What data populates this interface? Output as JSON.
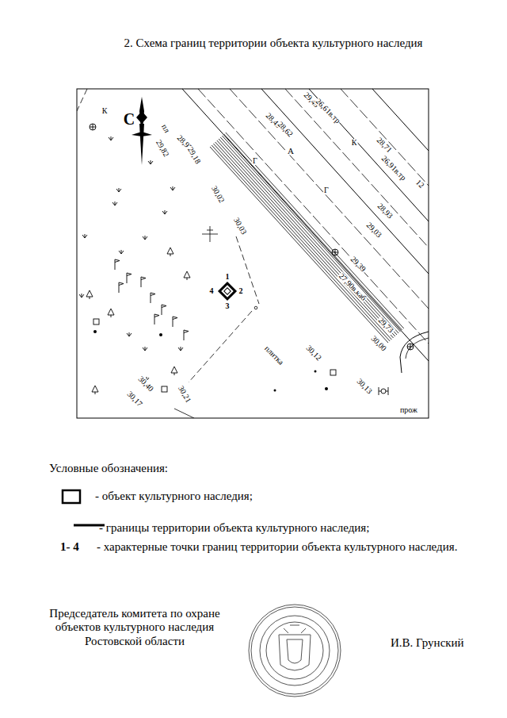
{
  "diagram": {
    "title": "2. Схема границ территории объекта культурного наследия",
    "labels": [
      "С",
      "К",
      "пл",
      "29,82",
      "28,97",
      "29,18",
      "28,49",
      "28,62",
      "29,49",
      "26,61в.тр",
      "А",
      "Г",
      "Г",
      "К",
      "28,71",
      "26,91в.тр",
      "30,02",
      "30,03",
      "28,93",
      "29,03",
      "29,39",
      "27,90в.каб",
      "29,73",
      "30,00",
      "4",
      "1",
      "2",
      "3",
      "плитка",
      "30,12",
      "30,13",
      "прож",
      "30,40",
      "30,17",
      "30,21",
      "Условные обозначения:",
      "1- 4",
      "Председатель комитета по охране объектов культурного наследия Ростовской области",
      "И.В. Грунский",
      "12"
    ],
    "legend": [
      {
        "text": "- объект культурного наследия;"
      },
      {
        "text": "- границы территории объекта культурного наследия;"
      },
      {
        "text": "- характерные точки границ территории объекта культурного наследия."
      }
    ]
  }
}
